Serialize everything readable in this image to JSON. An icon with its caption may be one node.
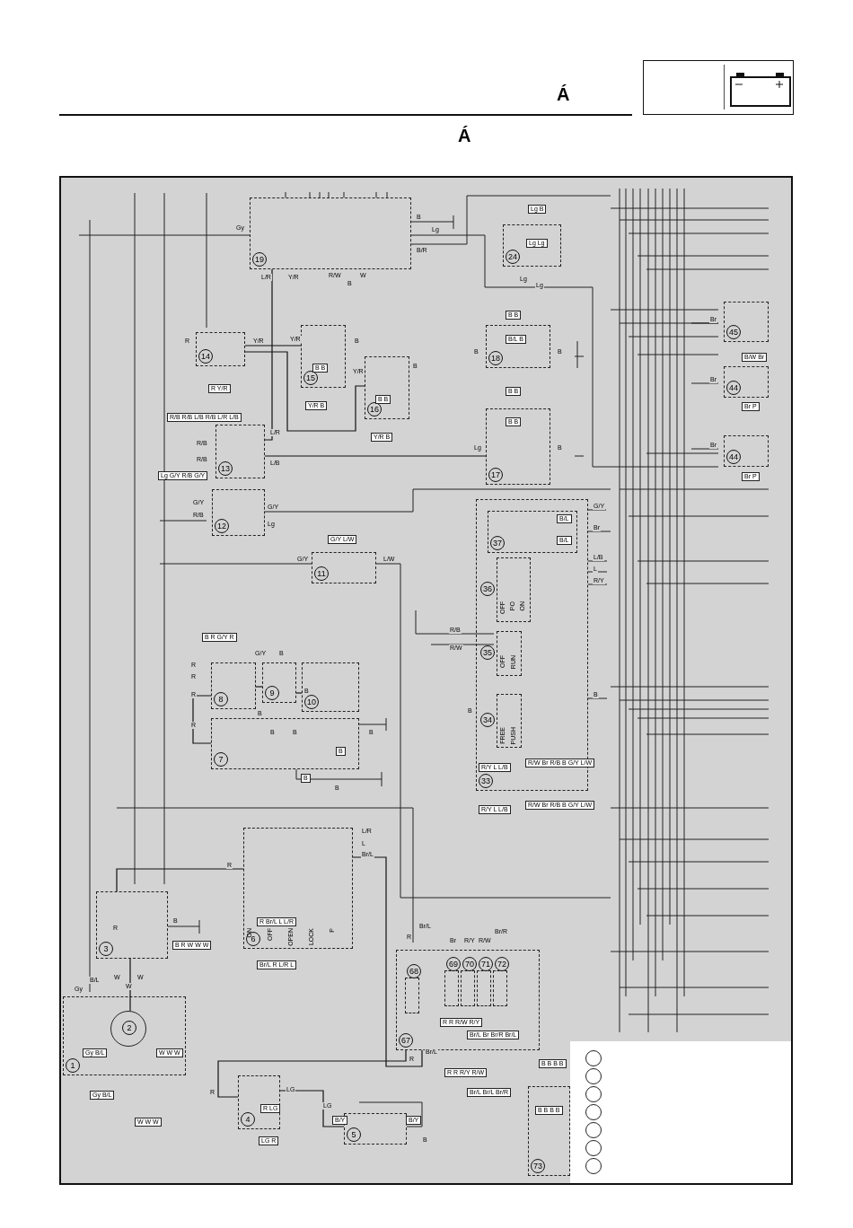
{
  "diagram": {
    "title": "Á",
    "nodes": [
      {
        "text": [
          "1"
        ]
      },
      {
        "text": [
          "2"
        ],
        "in": 0
      },
      {
        "text": [
          "3"
        ]
      },
      {
        "text": [
          "4"
        ]
      },
      {
        "text": [
          "5"
        ]
      },
      {
        "text": [
          "6",
          "ON",
          "OFF",
          "OPEN",
          "LOCK",
          "P"
        ]
      },
      {
        "text": [
          "7"
        ]
      },
      {
        "text": [
          "8"
        ]
      },
      {
        "text": [
          "9"
        ]
      },
      {
        "text": [
          "10"
        ]
      },
      {
        "text": [
          "11"
        ]
      },
      {
        "text": [
          "12"
        ]
      },
      {
        "text": [
          "13"
        ]
      },
      {
        "text": [
          "14"
        ]
      },
      {
        "text": [
          "15"
        ]
      },
      {
        "text": [
          "16"
        ]
      },
      {
        "text": [
          "17"
        ]
      },
      {
        "text": [
          "18"
        ]
      },
      {
        "text": [
          "19"
        ]
      },
      {
        "text": [
          "24"
        ]
      },
      {
        "text": [
          "33"
        ]
      },
      {
        "text": [
          "34",
          "FREE",
          "PUSH"
        ],
        "in": 20
      },
      {
        "text": [
          "35",
          "OFF",
          "RUN"
        ],
        "in": 20
      },
      {
        "text": [
          "36",
          "OFF",
          "PO",
          "ON"
        ],
        "in": 20
      },
      {
        "text": [
          "37"
        ],
        "in": 20
      },
      {
        "text": [
          "44"
        ]
      },
      {
        "text": [
          "44"
        ]
      },
      {
        "text": [
          "45"
        ]
      },
      {
        "text": [
          "67"
        ]
      },
      {
        "text": [
          "68"
        ],
        "in": 28
      },
      {
        "text": [
          "69"
        ],
        "in": 28
      },
      {
        "text": [
          "70"
        ],
        "in": 28
      },
      {
        "text": [
          "71"
        ],
        "in": 28
      },
      {
        "text": [
          "72"
        ],
        "in": 28
      },
      {
        "text": [
          "73"
        ]
      }
    ],
    "edges": [
      {
        "from": 13,
        "to": 14,
        "arrow": "none"
      },
      {
        "from": 13,
        "to": 15,
        "arrow": "none"
      },
      {
        "from": 18,
        "to": 12,
        "arrow": "none"
      },
      {
        "from": 12,
        "to": 16,
        "arrow": "none"
      },
      {
        "from": 6,
        "to": 7,
        "arrow": "none"
      },
      {
        "from": 7,
        "to": 8,
        "arrow": "none"
      },
      {
        "from": 8,
        "to": 9,
        "arrow": "none"
      },
      {
        "from": 2,
        "to": 1,
        "arrow": "none"
      },
      {
        "from": 5,
        "to": 28,
        "arrow": "none"
      },
      {
        "from": 3,
        "to": 4,
        "arrow": "none"
      },
      {
        "from": 2,
        "to": 5,
        "arrow": "none"
      },
      {
        "from": 28,
        "to": 3,
        "arrow": "none"
      }
    ],
    "labels": [
      "Á",
      "Gy",
      "B",
      "Lg",
      "B/R",
      "L/R",
      "Y/R",
      "R/W",
      "B",
      "W",
      "R",
      "Y/R",
      "Y/R",
      "B",
      "R Y/R",
      "B B",
      "Y/R",
      "B",
      "B B",
      "Y/R B",
      "Y/R B",
      "R/B R/B L/B R/B L/R L/B",
      "R/B",
      "R/B",
      "L/R",
      "L/B",
      "Lg G/Y R/B G/Y",
      "G/Y",
      "R/B",
      "G/Y",
      "Lg",
      "G/Y",
      "L/W",
      "G/Y L/W",
      "B R G/Y R",
      "G/Y",
      "B",
      "R",
      "R",
      "R",
      "R",
      "B",
      "B",
      "B",
      "B",
      "B",
      "B",
      "B",
      "B",
      "Lg B",
      "Lg Lg",
      "Lg",
      "Lg",
      "B B",
      "B/L B",
      "Lg",
      "B",
      "B",
      "B",
      "B B",
      "B B",
      "G/Y",
      "Br",
      "B/L",
      "B/L",
      "L/B",
      "L",
      "R/Y",
      "R/B",
      "R/W",
      "B",
      "B",
      "R/Y L L/B",
      "R/W Br R/B B G/Y L/W",
      "R/Y L L/B",
      "R/W Br R/B B G/Y L/W",
      "Br",
      "B/W Br",
      "Br",
      "Br P",
      "Br",
      "Br P",
      "R",
      "L/R",
      "L",
      "Br/L",
      "R Br/L L L/R",
      "Br/L R L/R L",
      "R",
      "B",
      "B R W W W",
      "W",
      "W",
      "W",
      "Gy",
      "B/L",
      "Gy B/L",
      "Gy B/L",
      "W W W",
      "W W W",
      "R",
      "LG",
      "R LG",
      "LG R",
      "LG",
      "B/Y",
      "B/Y",
      "B",
      "R",
      "Br/L",
      "Br",
      "R/Y",
      "R/W",
      "Br/R",
      "R",
      "Br/L",
      "R R R/W R/Y",
      "Br/L Br Br/R Br/L",
      "R R R/Y R/W",
      "Br/L Br/L Br/R",
      "B B B B",
      "B B B B"
    ]
  }
}
